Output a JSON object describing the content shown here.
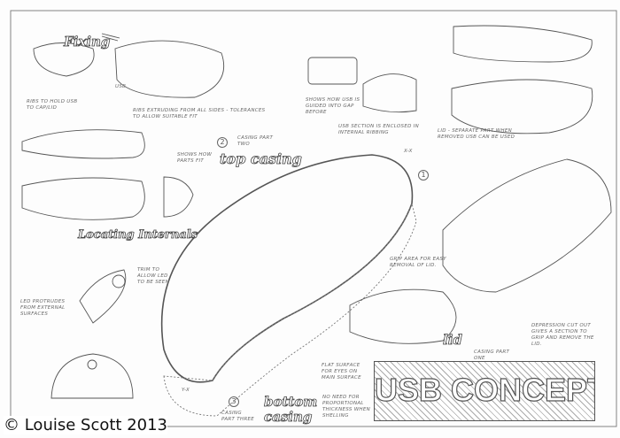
{
  "titles": {
    "fixing": "Fixing",
    "top_casing": "top casing",
    "locating": "Locating Internals",
    "bottom_casing": "bottom casing",
    "lid": "lid",
    "concept": "USB CONCEPT"
  },
  "notes": {
    "ribs_hold": "RIBS TO HOLD USB TO CAP/LID",
    "usb": "USB",
    "ribs_extruding": "RIBS EXTRUDING FROM ALL SIDES - TOLERANCES TO ALLOW SUITABLE FIT",
    "shows_how": "SHOWS HOW USB IS GUIDED INTO GAP BEFORE",
    "enclosed": "USB SECTION IS ENCLOSED IN INTERNAL RIBBING",
    "xx": "X-X",
    "lid_separate": "LID - SEPARATE PART WHEN REMOVED USB CAN BE USED",
    "casing_two": "CASING PART TWO",
    "shows_parts": "SHOWS HOW PARTS FIT",
    "trim": "TRIM TO ALLOW LED TO BE SEEN",
    "led": "LED PROTRUDES FROM EXTERNAL SURFACES",
    "grip": "GRIP AREA FOR EASY REMOVAL OF LID.",
    "depression": "DEPRESSION CUT OUT GIVES A SECTION TO GRIP AND REMOVE THE LID.",
    "casing_one": "CASING PART ONE",
    "flat": "FLAT SURFACE FOR EYES ON MAIN SURFACE",
    "no_need": "NO NEED FOR PROPORTIONAL THICKNESS WHEN SHELLING",
    "casing_three": "CASING PART THREE",
    "yx": "Y-X"
  },
  "numbers": {
    "one": "1",
    "two": "2",
    "three": "3"
  },
  "copyright": "© Louise Scott 2013"
}
